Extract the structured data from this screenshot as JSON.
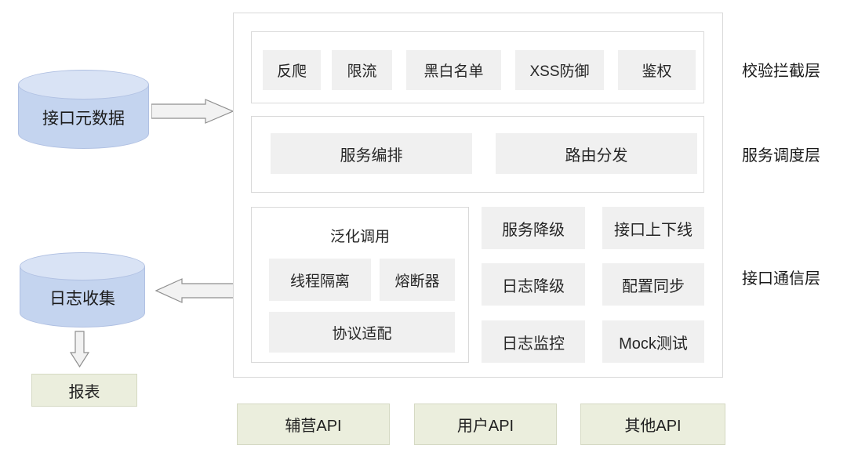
{
  "sources": {
    "metadata_store": "接口元数据",
    "log_store": "日志收集",
    "report": "报表"
  },
  "gateway": {
    "validation_layer": {
      "label": "校验拦截层",
      "items": [
        "反爬",
        "限流",
        "黑白名单",
        "XSS防御",
        "鉴权"
      ]
    },
    "scheduling_layer": {
      "label": "服务调度层",
      "items": [
        "服务编排",
        "路由分发"
      ]
    },
    "communication_layer": {
      "label": "接口通信层",
      "generic_invoke": {
        "title": "泛化调用",
        "items": [
          "线程隔离",
          "熔断器",
          "协议适配"
        ]
      },
      "capabilities": [
        "服务降级",
        "接口上下线",
        "日志降级",
        "配置同步",
        "日志监控",
        "Mock测试"
      ]
    }
  },
  "api_endpoints": [
    "辅营API",
    "用户API",
    "其他API"
  ],
  "colors": {
    "datastore_fill": "#c4d4ef",
    "datastore_top": "#d9e3f5",
    "chip_fill": "#f0f0f0",
    "api_box_fill": "#ebeedd",
    "frame_border": "#d9d9d9"
  }
}
